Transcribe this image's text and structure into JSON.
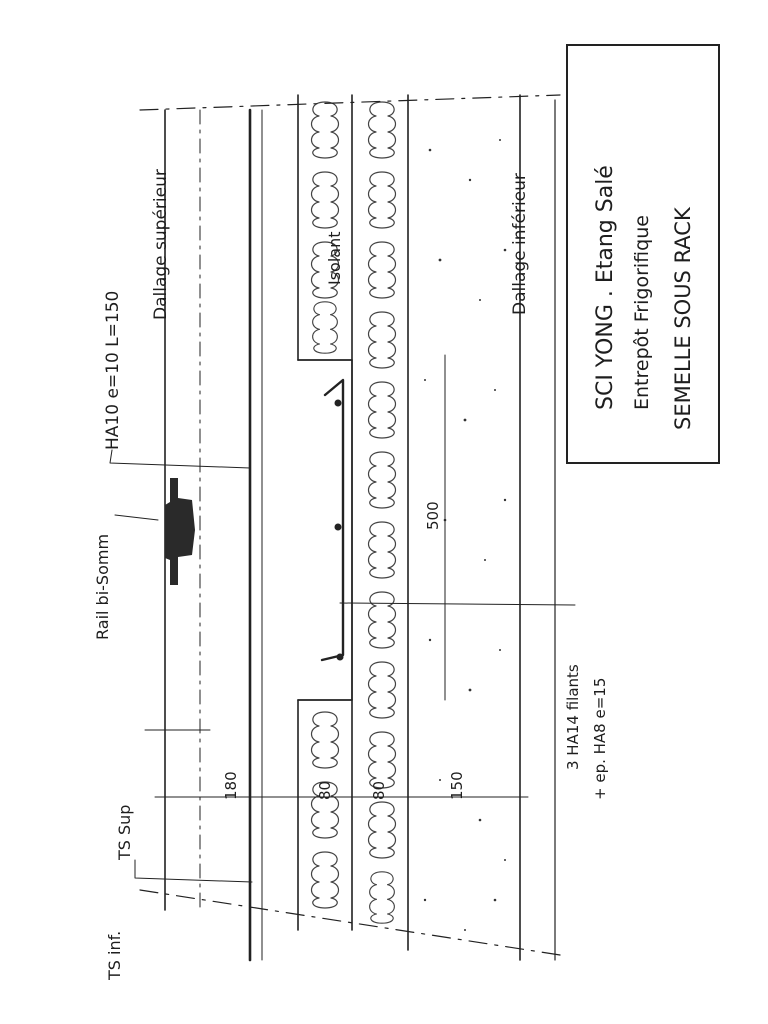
{
  "title_block": {
    "line1": "SCI YONG . Etang Salé",
    "line2": "Entrepôt Frigorifique",
    "line3": "SEMELLE SOUS RACK"
  },
  "labels": {
    "upper_slab": "Dallage supérieur",
    "lower_slab": "Dallage inférieur",
    "insulation": "Isolant",
    "mesh": "HA10 e=10 L=150",
    "rail": "Rail bi-Somm",
    "ts_sup": "TS Sup",
    "ts_inf": "TS inf.",
    "rebar_main": "3 HA14 filants",
    "rebar_stirrups": "+ ep. HA8 e=15"
  },
  "dimensions": {
    "d180": "180",
    "d80a": "80",
    "d80b": "80",
    "d150": "150",
    "d500": "500"
  }
}
